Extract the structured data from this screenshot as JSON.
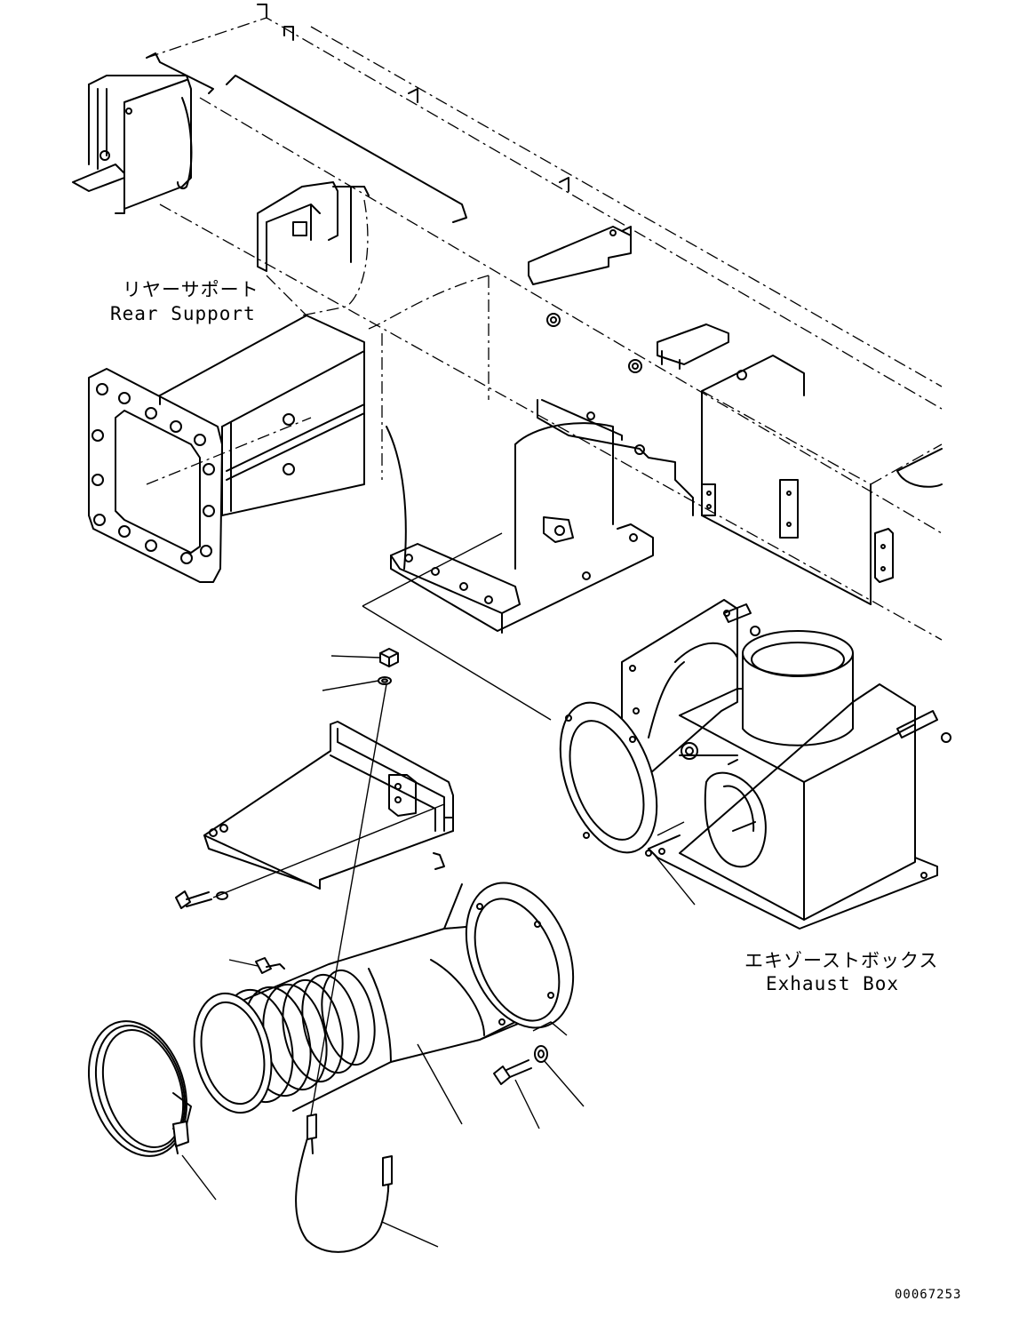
{
  "labels": {
    "rear_support_jp": "リヤーサポート",
    "rear_support_en": "Rear Support",
    "exhaust_box_jp": "エキゾーストボックス",
    "exhaust_box_en": "Exhaust Box"
  },
  "drawing_number": "00067253"
}
